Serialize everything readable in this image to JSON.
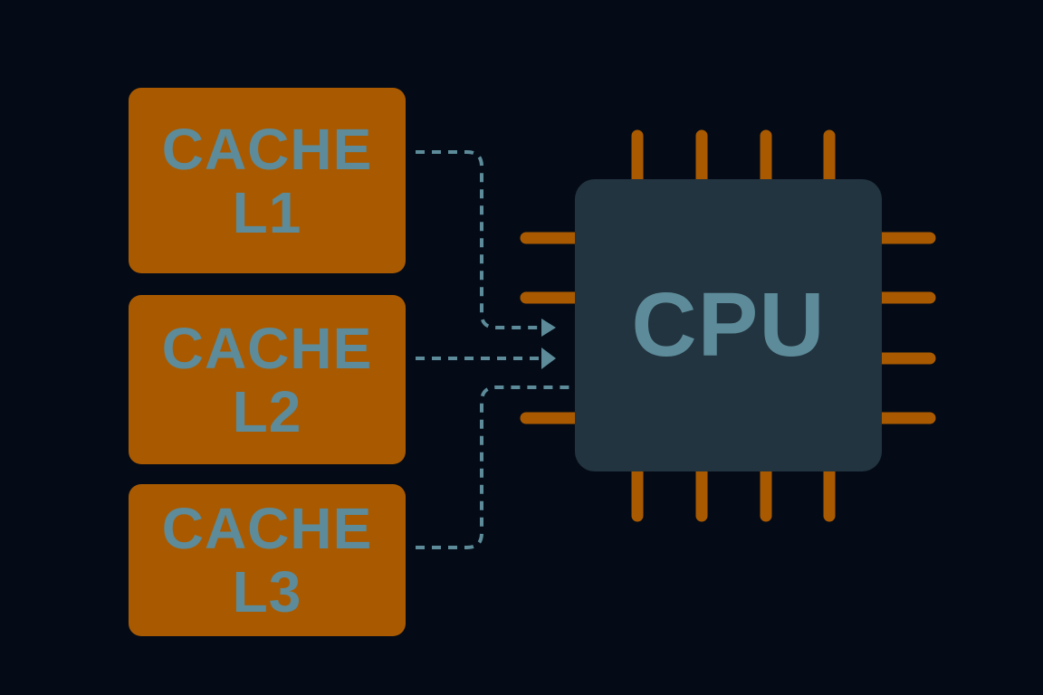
{
  "caches": [
    {
      "word": "CACHE",
      "level": "L1"
    },
    {
      "word": "CACHE",
      "level": "L2"
    },
    {
      "word": "CACHE",
      "level": "L3"
    }
  ],
  "cpu": {
    "label": "CPU"
  },
  "colors": {
    "background": "#040b17",
    "cache_fill": "#a95a00",
    "cpu_fill": "#22343f",
    "text": "#5d8b99",
    "pins": "#a95a00",
    "connector": "#5d8b99"
  }
}
